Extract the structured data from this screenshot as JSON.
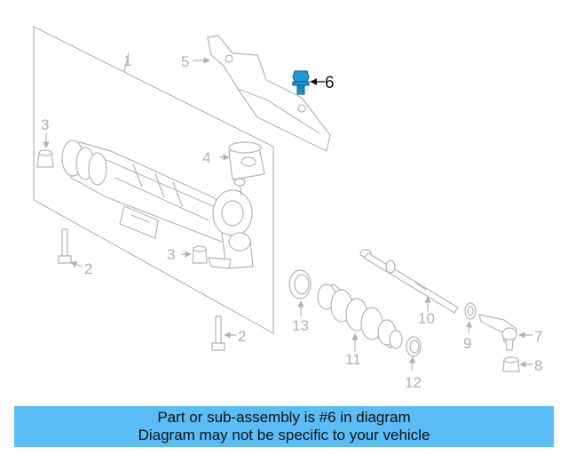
{
  "diagram": {
    "callouts": {
      "c1": "1",
      "c2a": "2",
      "c2b": "2",
      "c3a": "3",
      "c3b": "3",
      "c4": "4",
      "c5": "5",
      "c6": "6",
      "c7": "7",
      "c8": "8",
      "c9": "9",
      "c10": "10",
      "c11": "11",
      "c12": "12",
      "c13": "13"
    },
    "colors": {
      "highlight_part": "#1a9ad6",
      "line_art": "#b5b5b5",
      "callout_text": "#b0b0b0"
    }
  },
  "banner": {
    "line1": "Part or sub-assembly is #6 in diagram",
    "line2": "Diagram may not be specific to your vehicle",
    "color": "#5bbdf5"
  }
}
